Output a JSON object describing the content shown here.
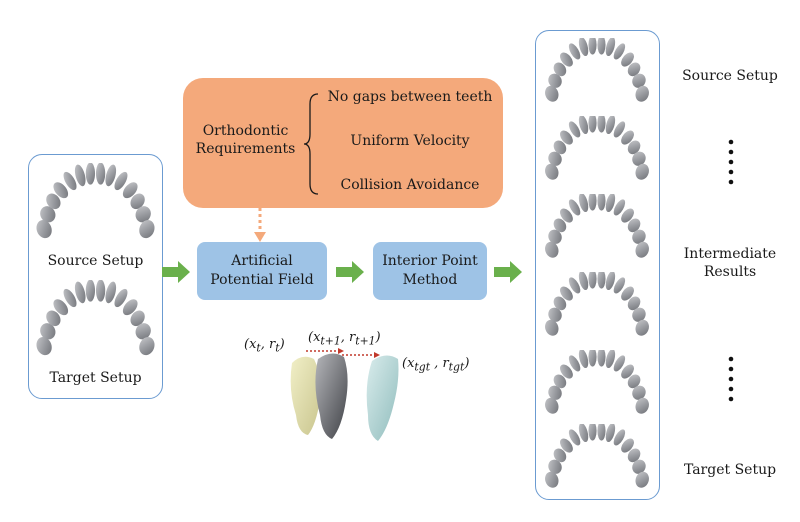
{
  "left_panel": {
    "source_label": "Source Setup",
    "target_label": "Target Setup"
  },
  "orange_box": {
    "title_line1": "Orthodontic",
    "title_line2": "Requirements",
    "items": [
      "No gaps between teeth",
      "Uniform Velocity",
      "Collision Avoidance"
    ],
    "color": "#f4a97b"
  },
  "apf_box": {
    "line1": "Artificial",
    "line2": "Potential Field",
    "color": "#9ec3e6"
  },
  "ipm_box": {
    "line1": "Interior Point",
    "line2": "Method",
    "color": "#9ec3e6"
  },
  "tooth_labels": {
    "t": "(x",
    "t_sub": "t",
    "t_mid": ", r",
    "t_sub2": "t",
    "t_end": ")",
    "t1": "(x",
    "t1_sub": "t+1",
    "t1_mid": ", r",
    "t1_sub2": "t+1",
    "t1_end": ")",
    "tgt": "(x",
    "tgt_sub": "tgt",
    "tgt_mid": " , r",
    "tgt_sub2": "tgt",
    "tgt_end": ")"
  },
  "right_labels": {
    "source": "Source Setup",
    "intermediate_line1": "Intermediate",
    "intermediate_line2": "Results",
    "target": "Target Setup"
  },
  "arrow_color": "#6ab04c",
  "panel_border_color": "#6b9bd1"
}
